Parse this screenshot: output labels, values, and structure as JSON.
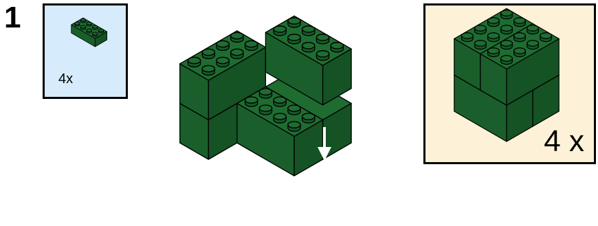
{
  "step": {
    "number": "1"
  },
  "parts_callout": {
    "quantity": "4x",
    "part_color": "#1e6b30",
    "background": "#d6ebfb"
  },
  "subassembly_callout": {
    "quantity": "4 x",
    "background": "#fdf1d8"
  },
  "colors": {
    "brick_top": "#1f6c31",
    "brick_left": "#1a5f2b",
    "brick_right": "#155224",
    "stud_side": "#17592a",
    "outline": "#000000",
    "arrow": "#ffffff"
  }
}
